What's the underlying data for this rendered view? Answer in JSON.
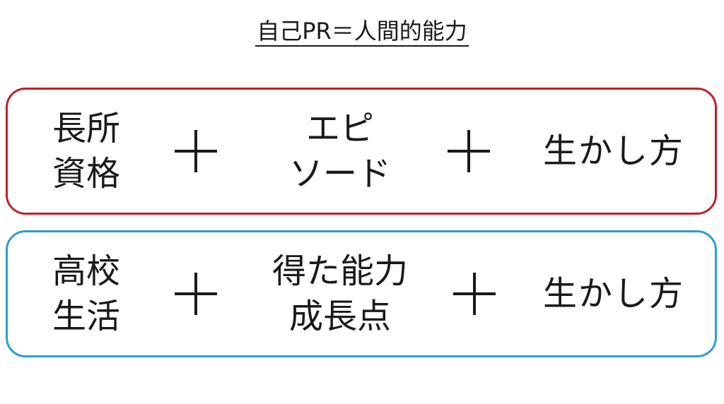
{
  "title": "自己PR＝人間的能力",
  "rows": [
    {
      "color": "#c0202a",
      "cell1": [
        "長所",
        "資格"
      ],
      "cell2": [
        "エピ",
        "ソード"
      ],
      "cell3": [
        "生かし方"
      ]
    },
    {
      "color": "#2b9fd0",
      "cell1": [
        "高校",
        "生活"
      ],
      "cell2": [
        "得た能力",
        "成長点"
      ],
      "cell3": [
        "生かし方"
      ]
    }
  ],
  "operator": "＋"
}
